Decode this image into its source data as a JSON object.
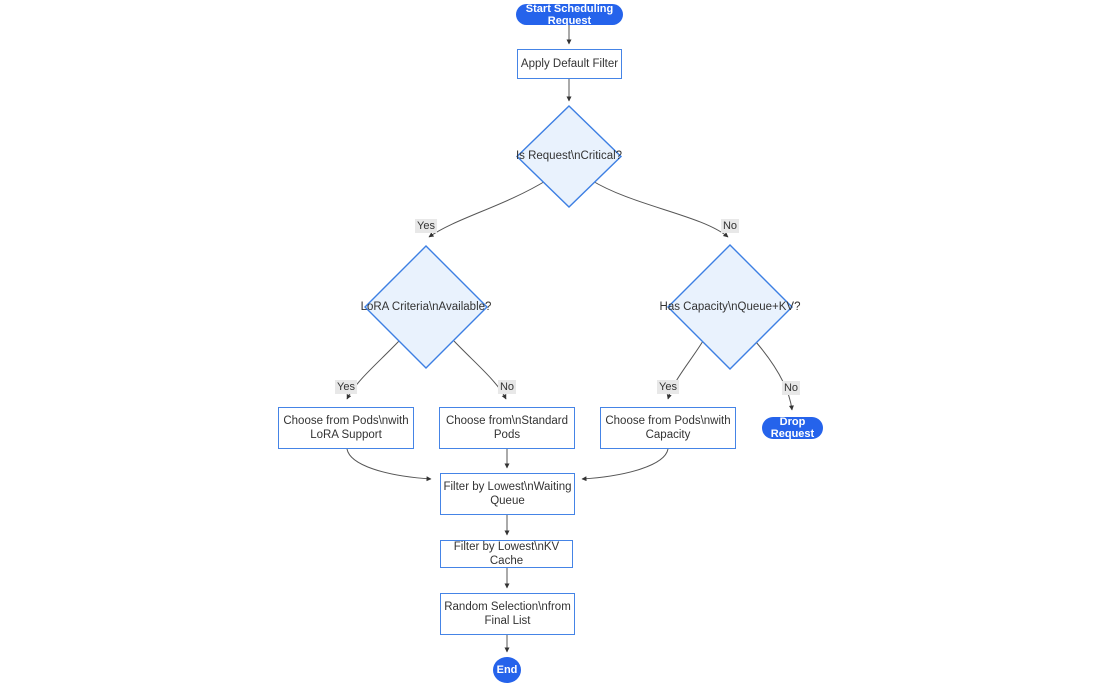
{
  "diagram": {
    "type": "flowchart",
    "accent_color": "#2563eb",
    "decision_fill": "#e9f2fd",
    "decision_border": "#3d7fe3",
    "rect_border": "#4584e6",
    "edge_color": "#555555",
    "nodes": {
      "start": "Start Scheduling Request",
      "apply_default_filter": "Apply Default Filter",
      "is_request_critical": "Is Request\\nCritical?",
      "lora_criteria_available": "LoRA Criteria\\nAvailable?",
      "has_capacity_queue_kv": "Has Capacity\\nQueue+KV?",
      "choose_pods_lora": "Choose from Pods\\nwith\nLoRA Support",
      "choose_standard_pods": "Choose from\\nStandard\nPods",
      "choose_pods_capacity": "Choose from Pods\\nwith\nCapacity",
      "drop_request": "Drop Request",
      "filter_waiting_queue": "Filter by Lowest\\nWaiting\nQueue",
      "filter_kv_cache": "Filter by Lowest\\nKV Cache",
      "random_selection": "Random Selection\\nfrom\nFinal List",
      "end": "End"
    },
    "edge_labels": {
      "critical_yes": "Yes",
      "critical_no": "No",
      "lora_yes": "Yes",
      "lora_no": "No",
      "capacity_yes": "Yes",
      "capacity_no": "No"
    }
  }
}
